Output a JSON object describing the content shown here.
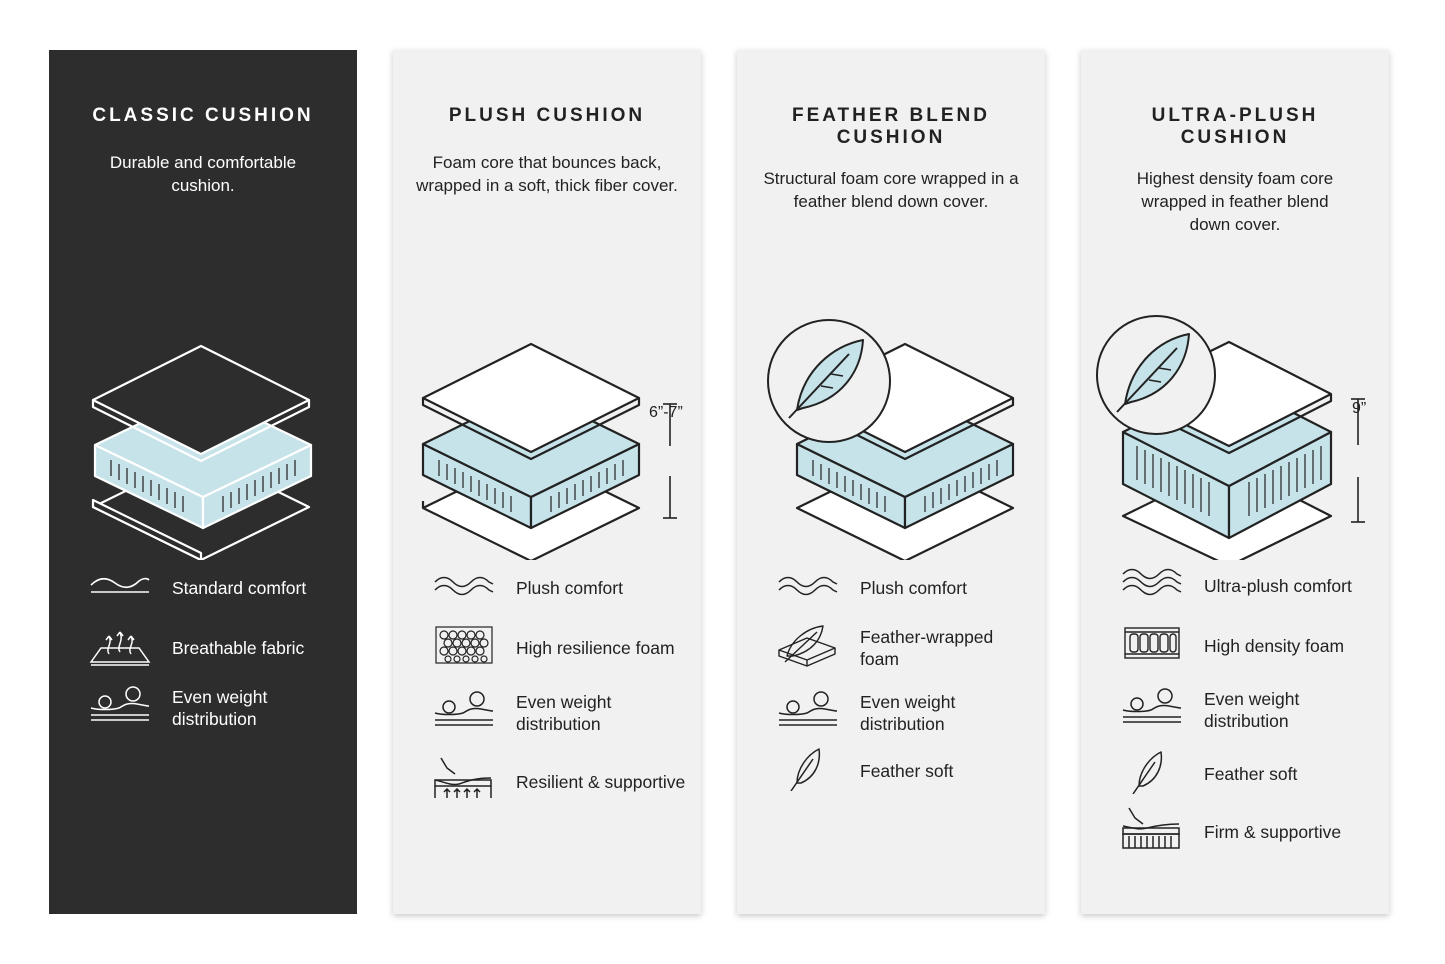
{
  "colors": {
    "dark_panel": "#2d2d2d",
    "light_panel": "#f1f1f1",
    "foam": "#c6e3ea",
    "line": "#222222"
  },
  "cards": [
    {
      "title": "CLASSIC CUSHION",
      "description": "Durable and comfortable cushion.",
      "features": [
        {
          "icon": "wave-icon",
          "label": "Standard comfort"
        },
        {
          "icon": "breathable-icon",
          "label": "Breathable fabric"
        },
        {
          "icon": "weight-icon",
          "label": "Even weight distribution"
        }
      ]
    },
    {
      "title": "PLUSH CUSHION",
      "description": "Foam core that bounces back, wrapped in a soft, thick fiber cover.",
      "dimension": "6”-7”",
      "features": [
        {
          "icon": "wave-icon",
          "label": "Plush comfort"
        },
        {
          "icon": "honeycomb-icon",
          "label": "High resilience foam"
        },
        {
          "icon": "weight-icon",
          "label": "Even weight distribution"
        },
        {
          "icon": "resilient-icon",
          "label": "Resilient & supportive"
        }
      ]
    },
    {
      "title": "FEATHER BLEND CUSHION",
      "description": "Structural foam core wrapped in a feather blend down cover.",
      "features": [
        {
          "icon": "wave-icon",
          "label": "Plush comfort"
        },
        {
          "icon": "feather-foam-icon",
          "label": "Feather-wrapped foam"
        },
        {
          "icon": "weight-icon",
          "label": "Even weight distribution"
        },
        {
          "icon": "feather-icon",
          "label": "Feather soft"
        }
      ]
    },
    {
      "title": "ULTRA-PLUSH CUSHION",
      "description": "Highest density foam core wrapped in feather blend down cover.",
      "dimension": "9”",
      "features": [
        {
          "icon": "wave-icon",
          "label": "Ultra-plush comfort"
        },
        {
          "icon": "density-foam-icon",
          "label": "High density foam"
        },
        {
          "icon": "weight-icon",
          "label": "Even weight distribution"
        },
        {
          "icon": "feather-icon",
          "label": "Feather soft"
        },
        {
          "icon": "firm-icon",
          "label": "Firm & supportive"
        }
      ]
    }
  ]
}
